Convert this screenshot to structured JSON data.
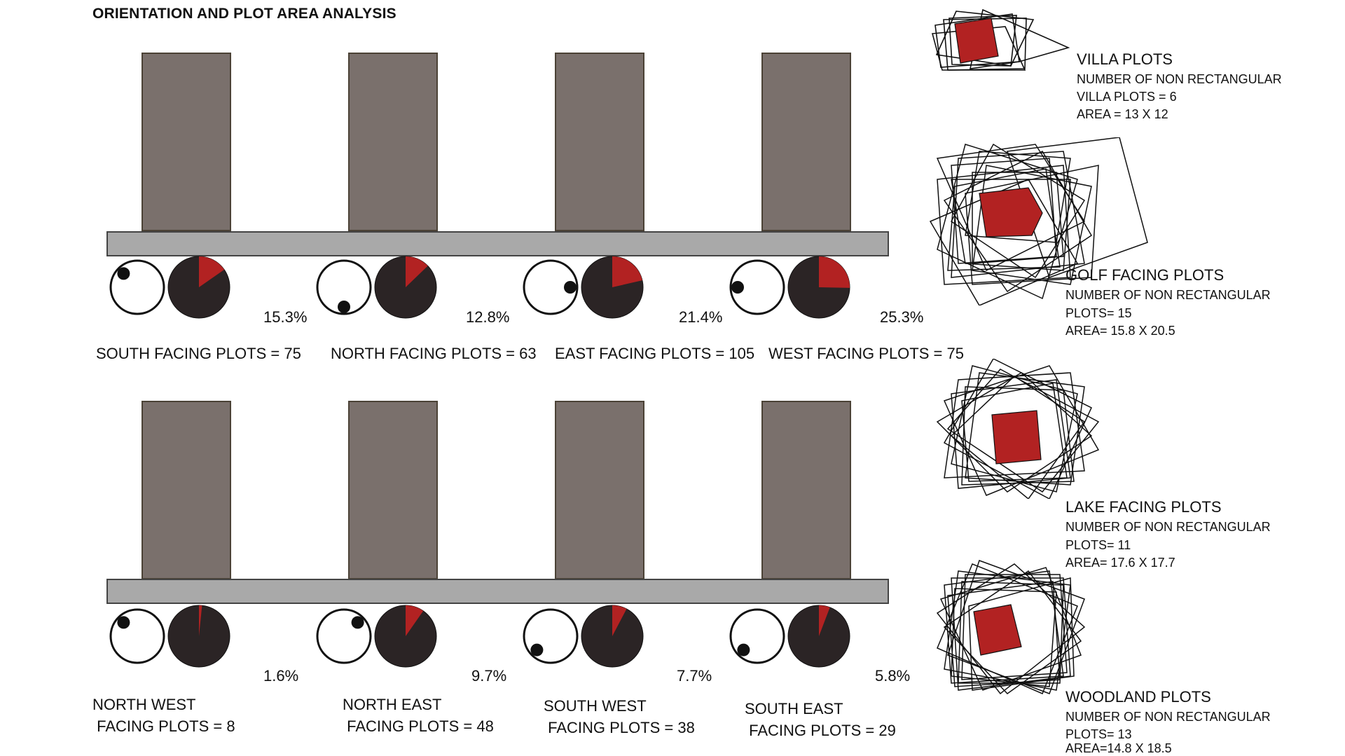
{
  "title": "ORIENTATION AND PLOT AREA ANALYSIS",
  "colors": {
    "building": "#7a706c",
    "road": "#a9a9a9",
    "pie_dark": "#2b2425",
    "pie_accent": "#b22222",
    "outline": "#111111"
  },
  "top_row": [
    {
      "label": "SOUTH FACING PLOTS = 75",
      "percent": "15.3%",
      "share": 0.153,
      "dot_dir": "north-west"
    },
    {
      "label": "NORTH FACING PLOTS = 63",
      "percent": "12.8%",
      "share": 0.128,
      "dot_dir": "south"
    },
    {
      "label": "EAST FACING PLOTS = 105",
      "percent": "21.4%",
      "share": 0.214,
      "dot_dir": "east"
    },
    {
      "label": "WEST FACING PLOTS = 75",
      "percent": "25.3%",
      "share": 0.253,
      "dot_dir": "west"
    }
  ],
  "bottom_row": [
    {
      "label_line1": "NORTH WEST",
      "label_line2": " FACING PLOTS = 8",
      "percent": "1.6%",
      "share": 0.016,
      "dot_dir": "north-west"
    },
    {
      "label_line1": "NORTH EAST",
      "label_line2": " FACING PLOTS = 48",
      "percent": "9.7%",
      "share": 0.097,
      "dot_dir": "north-east"
    },
    {
      "label_line1": "SOUTH WEST",
      "label_line2": " FACING PLOTS = 38",
      "percent": "7.7%",
      "share": 0.077,
      "dot_dir": "south-west"
    },
    {
      "label_line1": "SOUTH EAST",
      "label_line2": " FACING PLOTS = 29",
      "percent": "5.8%",
      "share": 0.058,
      "dot_dir": "south-west"
    }
  ],
  "plot_types": [
    {
      "name": "VILLA PLOTS",
      "line1": "NUMBER OF NON RECTANGULAR",
      "line2": "VILLA PLOTS = 6",
      "line3": "AREA = 13 X 12"
    },
    {
      "name": "GOLF FACING PLOTS",
      "line1": "NUMBER OF NON RECTANGULAR",
      "line2": "PLOTS= 15",
      "line3": "AREA= 15.8 X 20.5"
    },
    {
      "name": "LAKE FACING PLOTS",
      "line1": "NUMBER OF NON RECTANGULAR",
      "line2": "PLOTS= 11",
      "line3": "AREA= 17.6 X 17.7"
    },
    {
      "name": "WOODLAND PLOTS",
      "line1": "NUMBER OF NON RECTANGULAR",
      "line2": "PLOTS= 13",
      "line3": "AREA=14.8 X 18.5"
    }
  ]
}
